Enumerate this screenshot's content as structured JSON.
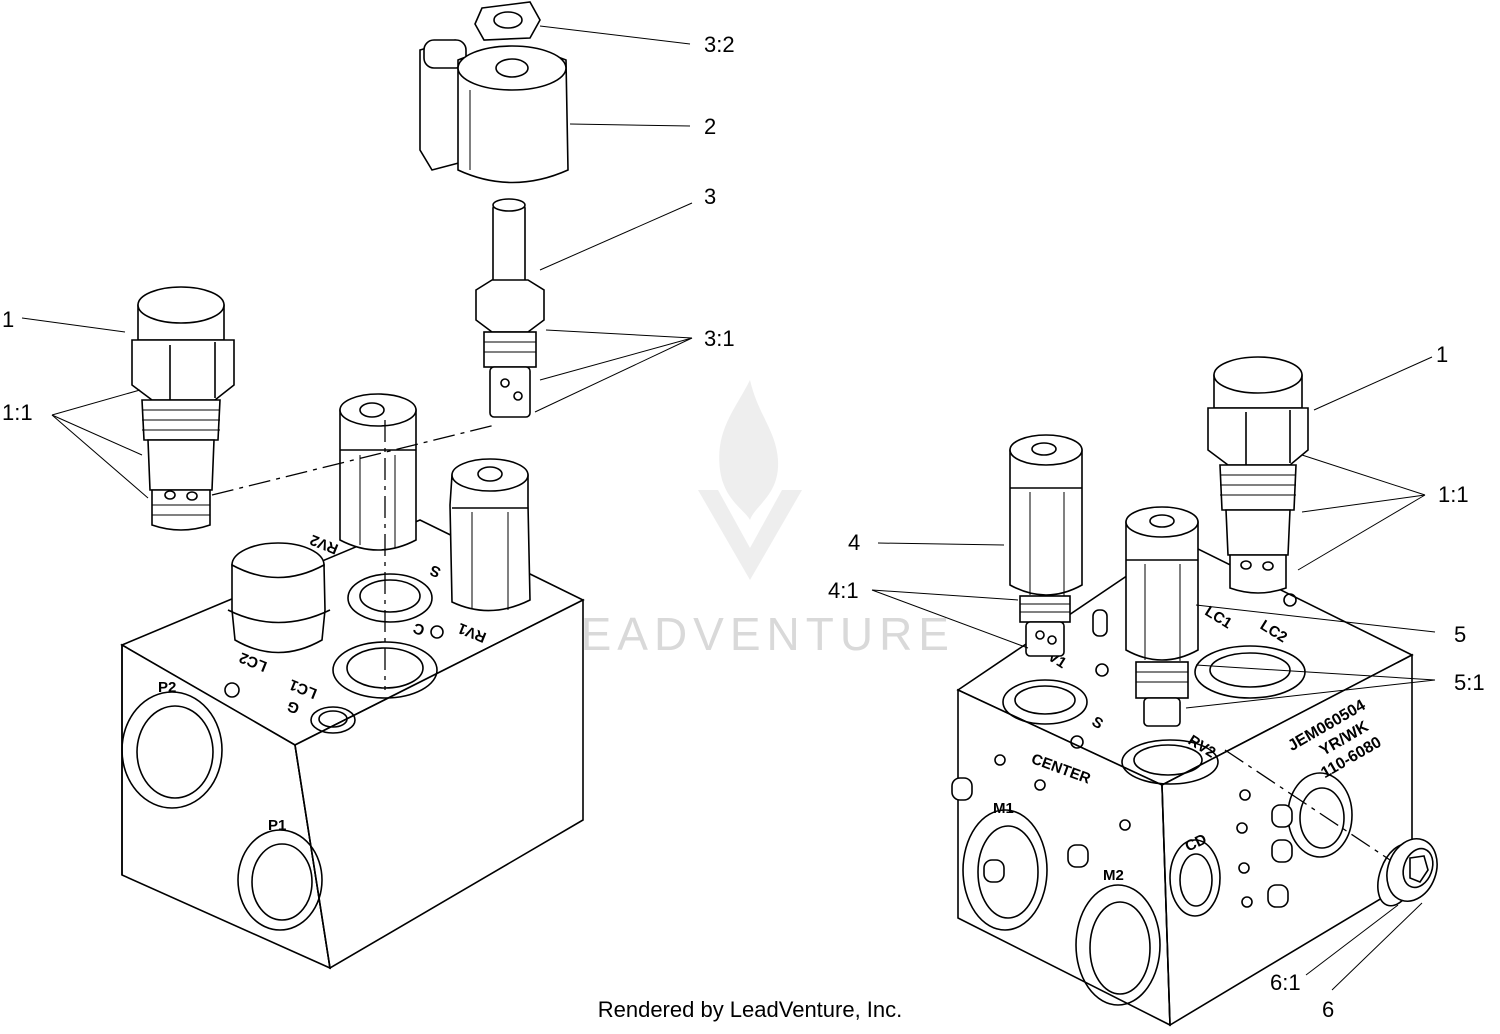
{
  "watermark": {
    "logo_icon": "flame-v-logo-icon",
    "text": "LEADVENTURE"
  },
  "footer": {
    "credit": "Rendered by LeadVenture, Inc."
  },
  "callouts": {
    "c_3_2": "3:2",
    "c_2": "2",
    "c_3": "3",
    "c_3_1": "3:1",
    "c_1_left": "1",
    "c_1_1_left": "1:1",
    "c_1_right": "1",
    "c_1_1_right": "1:1",
    "c_4": "4",
    "c_4_1": "4:1",
    "c_5": "5",
    "c_5_1": "5:1",
    "c_6_1": "6:1",
    "c_6": "6"
  },
  "left_block": {
    "ports": {
      "p2": "P2",
      "p1": "P1",
      "lc2": "LC2",
      "lc1": "LC1",
      "g": "G",
      "rv2": "RV2",
      "s": "S",
      "c": "C",
      "rv1": "RV1"
    }
  },
  "right_block": {
    "ports": {
      "v1": "V1",
      "s": "S",
      "lc1": "LC1",
      "lc2": "LC2",
      "rv2": "RV2",
      "center": "CENTER",
      "m1": "M1",
      "m2": "M2",
      "cd": "CD"
    },
    "stamp": {
      "line1": "JEM060504",
      "line2": "YR/WK",
      "line3": "110-6080"
    }
  }
}
